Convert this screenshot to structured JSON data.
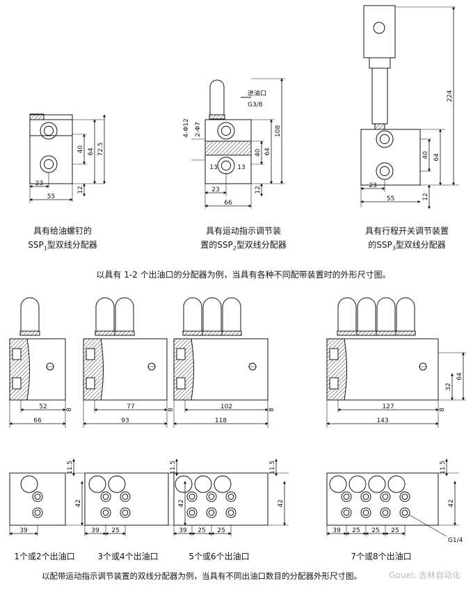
{
  "top_views": [
    {
      "name": "ssp1",
      "caption_line1": "具有给油螺钉的",
      "caption_line2_pre": "SSP",
      "caption_sub": "1",
      "caption_line2_post": "型双线分配器",
      "dims": {
        "h_total": "72.5",
        "h_mid": "64",
        "h_ports": "40",
        "bottom": "12",
        "w_port": "23",
        "w_total": "55"
      }
    },
    {
      "name": "ssp2",
      "caption_line1": "具有运动指示调节装",
      "caption_line2_pre": "置的SSP",
      "caption_sub": "2",
      "caption_line2_post": "型双线分配器",
      "dims": {
        "h_total": "108",
        "h_mid": "64",
        "h_ports": "40",
        "bottom": "12",
        "w_port": "23",
        "w_total": "66",
        "inlet": "进油口",
        "inlet_thread": "G3/8",
        "d1": "4-Φ12",
        "d2": "2-Φ7",
        "w13a": "13",
        "w13b": "13"
      }
    },
    {
      "name": "ssp3",
      "caption_line1": "具有行程开关调节装置",
      "caption_line2_pre": "的SSP",
      "caption_sub": "3",
      "caption_line2_post": "型双线分配器",
      "dims": {
        "h_total": "224",
        "h_mid": "64",
        "h_ports": "40",
        "bottom": "12",
        "w_port": "23",
        "w_total": "55"
      }
    }
  ],
  "mid_caption": "以具有 1-2 个出油口的分配器为例，当具有各种不同配带装置时的外形尺寸图。",
  "front_views": [
    {
      "name": "fv1",
      "inner": "52",
      "outer": "66",
      "side": "8"
    },
    {
      "name": "fv2",
      "inner": "77",
      "outer": "93",
      "side": "8"
    },
    {
      "name": "fv3",
      "inner": "102",
      "outer": "118",
      "side": "8"
    },
    {
      "name": "fv4",
      "inner": "127",
      "outer": "143",
      "side": "8",
      "h1": "32",
      "h2": "64"
    }
  ],
  "bottom_views": [
    {
      "name": "bv1",
      "w1": "39",
      "v1": "11.5",
      "v2": "42",
      "label": "1个或2个出油口"
    },
    {
      "name": "bv2",
      "w1": "39",
      "w2": "25",
      "v1": "11.5",
      "v2": "42",
      "label": "3个或4个出油口"
    },
    {
      "name": "bv3",
      "w1": "39",
      "w2": "25",
      "w3": "25",
      "v1": "11.5",
      "v2": "42",
      "label": "5个或6个出油口"
    },
    {
      "name": "bv4",
      "w1": "39",
      "w2": "25",
      "w3": "25",
      "w4": "25",
      "v1": "11.5",
      "v2": "42",
      "thread": "G1/4",
      "label": "7个或8个出油口"
    }
  ],
  "bottom_caption": "以配带运动指示调节装置的双线分配器为例，当具有不同出油口数目的分配器外形尺寸图。",
  "watermark": "Gouel: 吉林自动化"
}
